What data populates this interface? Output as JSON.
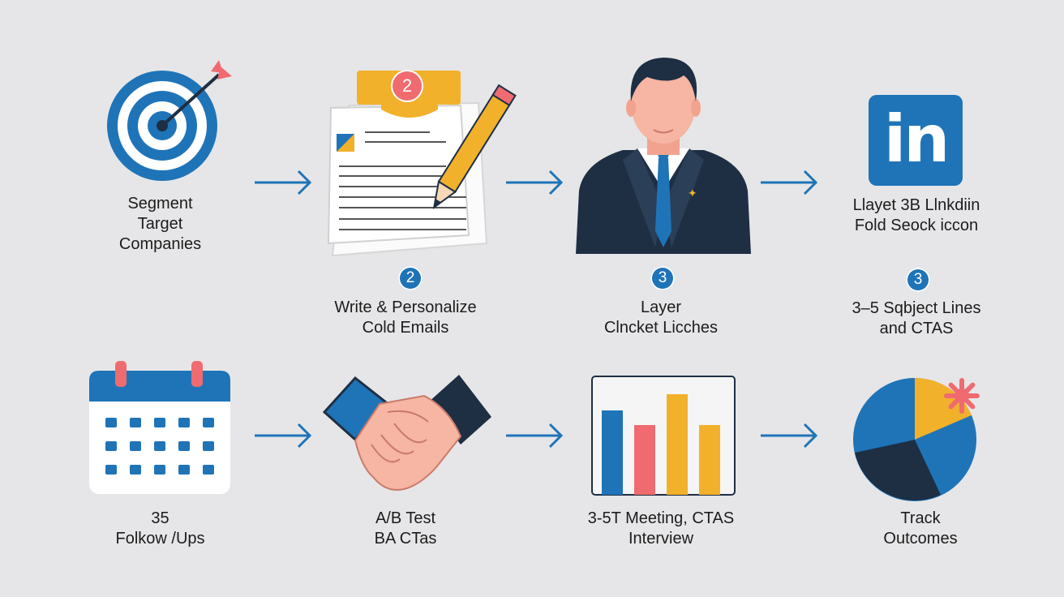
{
  "colors": {
    "background": "#e6e6e8",
    "blue": "#1f74b8",
    "navy": "#1e2f44",
    "yellow": "#f2b12b",
    "coral": "#ef6b70",
    "skin": "#f7b5a3"
  },
  "steps_row1": [
    {
      "icon": "target-icon",
      "lines": [
        "Segment",
        "Target",
        "Companies"
      ]
    },
    {
      "icon": "document-pencil-icon",
      "badge": "2",
      "header_badge": "2",
      "lines": [
        "Write & Personalize",
        "Cold Emails"
      ]
    },
    {
      "icon": "businessman-icon",
      "badge": "3",
      "lines": [
        "Layer",
        "Clncket Licches"
      ]
    },
    {
      "icon": "linkedin-icon",
      "badge": "3",
      "logo_text": "in",
      "lines": [
        "Llayet 3B Llnkdiin",
        "Fold Seock iccon",
        "3–5 Sqbject Lines",
        "and CTAS"
      ]
    }
  ],
  "steps_row2": [
    {
      "icon": "calendar-icon",
      "lines": [
        "35",
        "Folkow /Ups"
      ]
    },
    {
      "icon": "handshake-icon",
      "lines": [
        "A/B Test",
        "BA CTas"
      ]
    },
    {
      "icon": "bar-chart-icon",
      "lines": [
        "3-5T Meeting, CTAS",
        "Interview"
      ]
    },
    {
      "icon": "pie-chart-icon",
      "lines": [
        "Track",
        "Outcomes"
      ]
    }
  ]
}
